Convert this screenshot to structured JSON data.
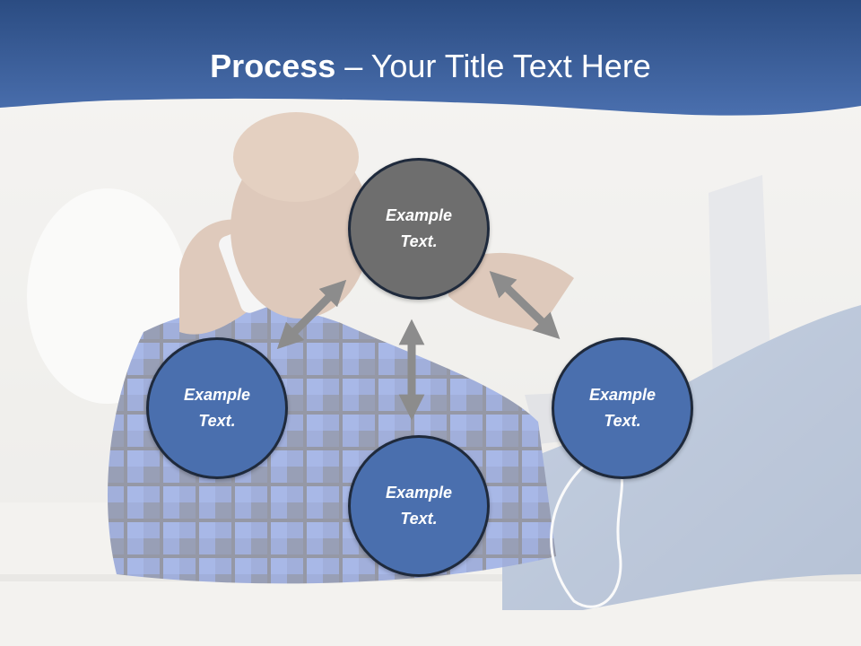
{
  "title": {
    "bold": "Process",
    "rest": " – Your Title Text Here"
  },
  "colors": {
    "header_top": "#2b4c82",
    "header_bottom": "#4a6fae",
    "center_circle": "#6e6e6e",
    "outer_circle": "#4a6fae",
    "circle_border": "#1f2a3c",
    "arrow": "#8c8c8c"
  },
  "diagram": {
    "nodes": [
      {
        "id": "center",
        "text": "Example\nText."
      },
      {
        "id": "left",
        "text": "Example\nText."
      },
      {
        "id": "bottom",
        "text": "Example\nText."
      },
      {
        "id": "right",
        "text": "Example\nText."
      }
    ]
  }
}
